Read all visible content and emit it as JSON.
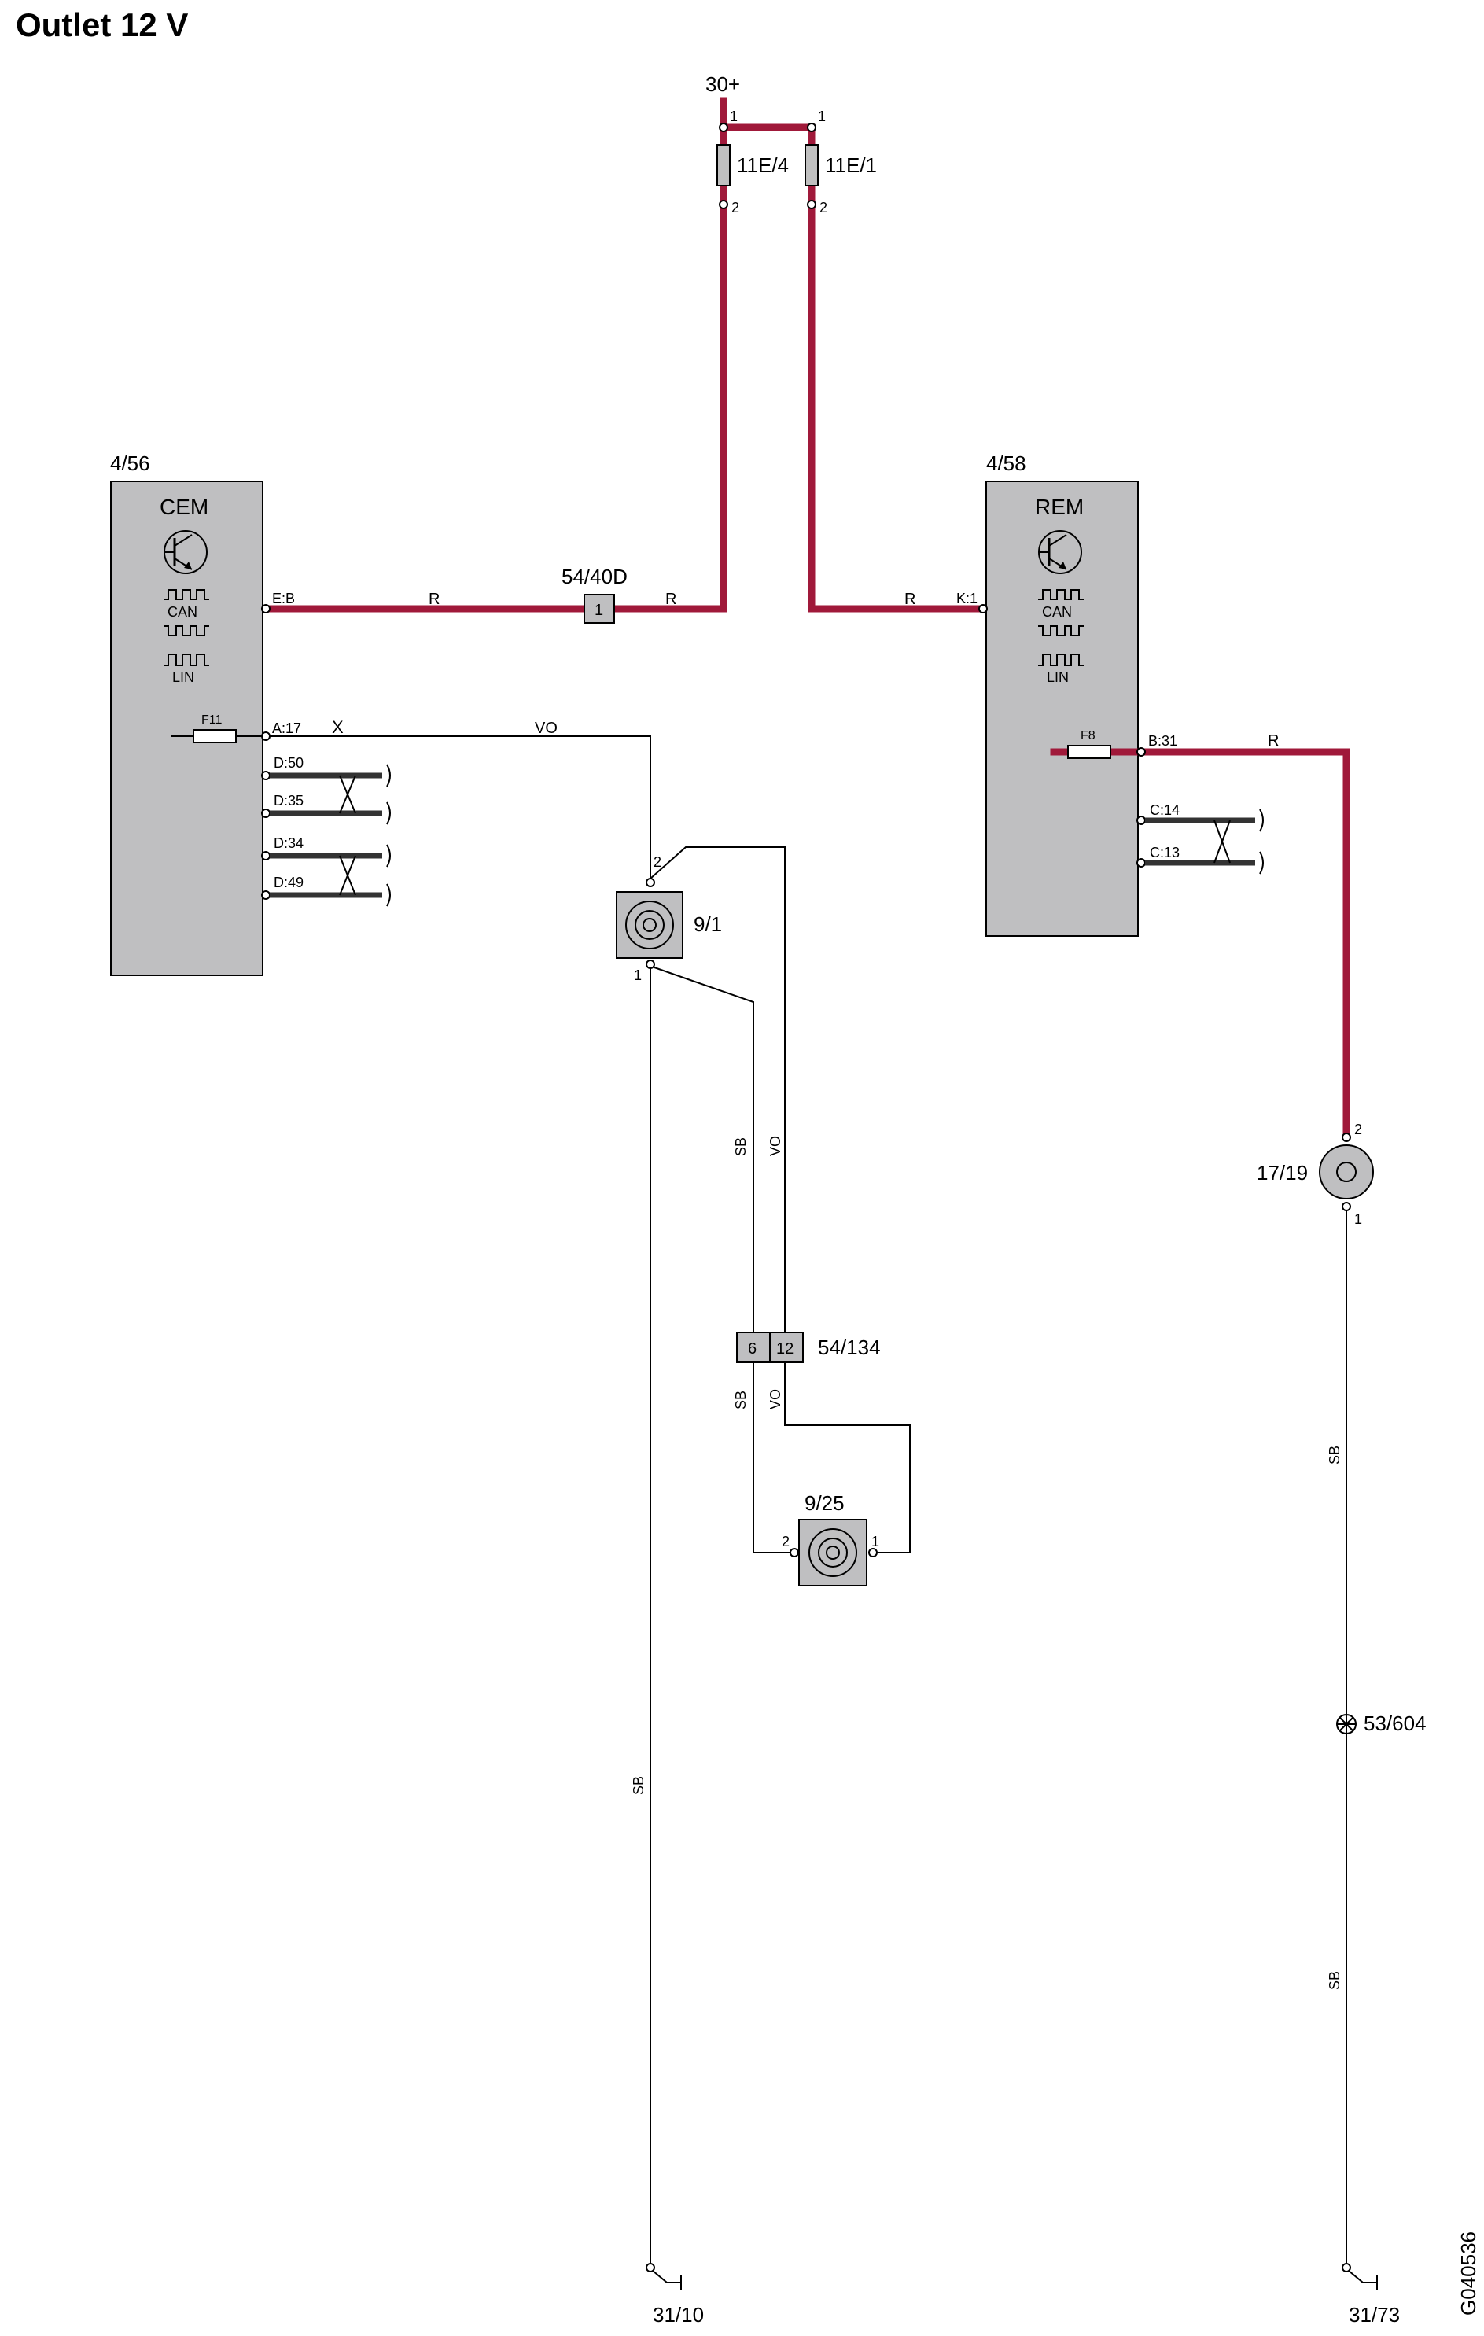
{
  "title": "Outlet 12 V",
  "drawing_id": "G040536",
  "supply": {
    "label": "30+"
  },
  "fuses": [
    {
      "id": "11E/4",
      "pin_top": "1",
      "pin_bottom": "2"
    },
    {
      "id": "11E/1",
      "pin_top": "1",
      "pin_bottom": "2"
    }
  ],
  "cem": {
    "ref": "4/56",
    "name": "CEM",
    "can": "CAN",
    "lin": "LIN",
    "fuse": "F11",
    "pins": {
      "power": "E:B",
      "outlet": "A:17",
      "d50": "D:50",
      "d35": "D:35",
      "d34": "D:34",
      "d49": "D:49"
    },
    "x_mark": "X"
  },
  "rem": {
    "ref": "4/58",
    "name": "REM",
    "can": "CAN",
    "lin": "LIN",
    "fuse": "F8",
    "pins": {
      "power": "K:1",
      "outlet": "B:31",
      "c14": "C:14",
      "c13": "C:13"
    }
  },
  "connector_40d": {
    "ref": "54/40D",
    "pin": "1"
  },
  "connector_134": {
    "ref": "54/134",
    "pin_a": "6",
    "pin_b": "12"
  },
  "outlet_front": {
    "ref": "9/1",
    "pin_top": "2",
    "pin_bottom": "1"
  },
  "outlet_rear": {
    "ref": "9/25",
    "pin_left": "2",
    "pin_right": "1"
  },
  "outlet_cargo": {
    "ref": "17/19",
    "pin_top": "2",
    "pin_bottom": "1"
  },
  "splice": {
    "ref": "53/604"
  },
  "grounds": {
    "left": "31/10",
    "right": "31/73"
  },
  "wire_colors": {
    "r": "R",
    "vo": "VO",
    "sb": "SB"
  },
  "colors": {
    "power_wire": "#a0193a",
    "module_fill": "#bfbfc1"
  }
}
